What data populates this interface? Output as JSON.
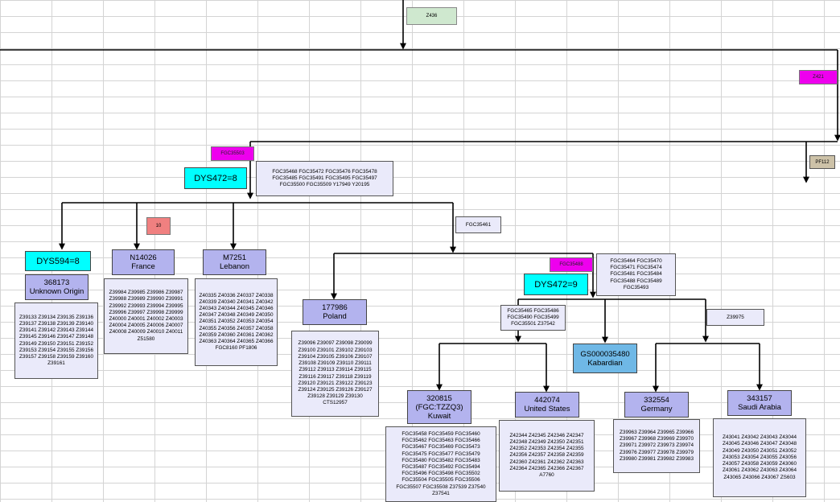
{
  "top": {
    "z436": "Z436",
    "z421": "Z421",
    "pf112": "PF112"
  },
  "fgc35503": {
    "tag": "FGC35503",
    "mutation": "DYS472=8",
    "snps": "FGC35468 FGC35472 FGC35476 FGC35478 FGC35485 FGC35491 FGC35495 FGC35497 FGC35500 FGC35509 Y17949 Y20195"
  },
  "marker_10": "10",
  "fgc35461": "FGC35461",
  "node_368173": {
    "mutation": "DYS594=8",
    "name": "368173",
    "origin": "Unknown Origin",
    "snps": "Z39133 Z39134 Z39135 Z39136 Z39137 Z39138 Z39139 Z39140 Z39141 Z39142 Z39143 Z39144 Z39145 Z39146 Z39147 Z39148 Z39149 Z39150 Z39151 Z39152 Z39153 Z39154 Z39155 Z39156 Z39157 Z39158 Z39159 Z39160 Z39161"
  },
  "node_N14026": {
    "name": "N14026",
    "origin": "France",
    "snps": "Z39984 Z39985 Z39986 Z39987 Z39988 Z39989 Z39990 Z39991 Z39992 Z39993 Z39994 Z39995 Z39996 Z39997 Z39998 Z39999 Z40000 Z40001 Z40002 Z40003 Z40004 Z40005 Z40006 Z40007 Z40008 Z40009 Z40010 Z40011 Z51580"
  },
  "node_M7251": {
    "name": "M7251",
    "origin": "Lebanon",
    "snps": "Z40335 Z40336 Z40337 Z40338 Z40339 Z40340 Z40341 Z40342 Z40343 Z40344 Z40345 Z40346 Z40347 Z40348 Z40349 Z40350 Z40351 Z40352 Z40353 Z40354 Z40355 Z40356 Z40357 Z40358 Z40359 Z40360 Z40361 Z40362 Z40363 Z40364 Z40365 Z40366 FGC8160 PF1806"
  },
  "node_177986": {
    "name": "177986",
    "origin": "Poland",
    "snps": "Z39096 Z39097 Z39098 Z39099 Z39100 Z39101 Z39102 Z39103 Z39104 Z39105 Z39106 Z39107 Z39108 Z39109 Z39110 Z39111 Z39112 Z39113 Z39114 Z39115 Z39116 Z39117 Z39118 Z39119 Z39120 Z39121 Z39122 Z39123 Z39124 Z39125 Z39126 Z39127 Z39128 Z39129 Z39130 CTS12957"
  },
  "fgc35488": {
    "tag": "FGC35488",
    "mutation": "DYS472=9",
    "snps": "FGC35464 FGC35470 FGC35471 FGC35474 FGC35481 FGC35484 FGC35488 FGC35489 FGC35493"
  },
  "fgc35465_box": "FGC35465 FGC35486 FGC35490 FGC35499 FGC35501 Z37542",
  "z39975": "Z39975",
  "node_GS": {
    "name": "GS000035480",
    "origin": "Kabardian"
  },
  "node_320815": {
    "name": "320815",
    "sub": "(FGC:TZZQ3)",
    "origin": "Kuwait",
    "snps": "FGC35458 FGC35459 FGC35460 FGC35462 FGC35463 FGC35466 FGC35467 FGC35469 FGC35473 FGC35475 FGC35477 FGC35479 FGC35480 FGC35482 FGC35483 FGC35487 FGC35492 FGC35494 FGC35496 FGC35498 FGC35502 FGC35504 FGC35505 FGC35506 FGC35507 FGC35508 Z37539 Z37540 Z37541"
  },
  "node_442074": {
    "name": "442074",
    "origin": "United States",
    "snps": "Z42344 Z42345 Z42346 Z42347 Z42348 Z42349 Z42350 Z42351 Z42352 Z42353 Z42354 Z42355 Z42356 Z42357 Z42358 Z42359 Z42360 Z42361 Z42362 Z42363 Z42364 Z42365 Z42366 Z42367 A7760"
  },
  "node_332554": {
    "name": "332554",
    "origin": "Germany",
    "snps": "Z39963 Z39964 Z39965 Z39966 Z39967 Z39968 Z39969 Z39970 Z39971 Z39972 Z39973 Z39974 Z39976 Z39977 Z39978 Z39979 Z39980 Z39981 Z39982 Z39983"
  },
  "node_343157": {
    "name": "343157",
    "origin": "Saudi Arabia",
    "snps": "Z43041 Z43042 Z43043 Z43044 Z43045 Z43046 Z43047 Z43048 Z43049 Z43050 Z43051 Z43052 Z43053 Z43054 Z43055 Z43056 Z43057 Z43058 Z43059 Z43060 Z43061 Z43062 Z43063 Z43064 Z43065 Z43066 Z43067 ZS603"
  },
  "colors": {
    "magenta": "#ee00ee",
    "cyan": "#00ffff",
    "lavender": "#b3b3ee",
    "blue": "#6fb8e6",
    "salmon": "#f08080",
    "pale": "#eaeafa"
  }
}
